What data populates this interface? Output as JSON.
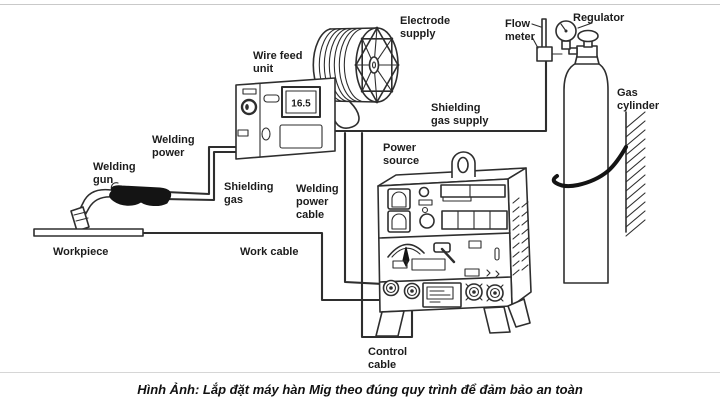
{
  "colors": {
    "ink": "#2e2e2e",
    "label_text": "#1c1c1c",
    "handle_fill": "#141414",
    "divider": "#cccccc",
    "background": "#ffffff"
  },
  "diagram": {
    "labels": {
      "wire_feed_unit": [
        "Wire feed",
        "unit"
      ],
      "electrode_supply": [
        "Electrode",
        "supply"
      ],
      "flow_meter": [
        "Flow",
        "meter"
      ],
      "regulator": [
        "Regulator"
      ],
      "gas_cylinder": [
        "Gas",
        "cylinder"
      ],
      "shielding_gas_supply": [
        "Shielding",
        "gas supply"
      ],
      "welding_power": [
        "Welding",
        "power"
      ],
      "power_source": [
        "Power",
        "source"
      ],
      "welding_gun": [
        "Welding",
        "gun"
      ],
      "shielding_gas": [
        "Shielding",
        "gas"
      ],
      "welding_power_cable": [
        "Welding",
        "power",
        "cable"
      ],
      "workpiece": [
        "Workpiece"
      ],
      "work_cable": [
        "Work cable"
      ],
      "control_cable": [
        "Control",
        "cable"
      ]
    },
    "wire_feed_display_value": "16.5"
  },
  "caption": {
    "text": "Hình Ảnh: Lắp đặt máy hàn Mig theo đúng quy trình để đảm bảo an toàn"
  }
}
